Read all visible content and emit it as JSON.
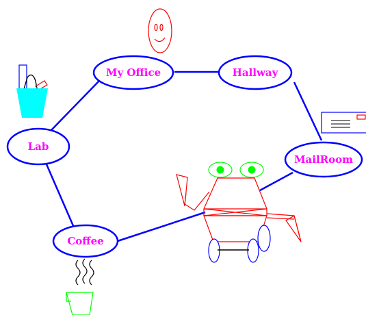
{
  "diagram": {
    "nodes": [
      {
        "id": "my-office",
        "label": "My Office"
      },
      {
        "id": "hallway",
        "label": "Hallway"
      },
      {
        "id": "lab",
        "label": "Lab"
      },
      {
        "id": "mailroom",
        "label": "MailRoom"
      },
      {
        "id": "coffee",
        "label": "Coffee"
      }
    ],
    "edges": [
      {
        "from": "my-office",
        "to": "hallway"
      },
      {
        "from": "hallway",
        "to": "mailroom"
      },
      {
        "from": "my-office",
        "to": "lab"
      },
      {
        "from": "lab",
        "to": "coffee"
      },
      {
        "from": "coffee",
        "to": "robot"
      },
      {
        "from": "robot",
        "to": "mailroom"
      }
    ],
    "icons": [
      "smiley-face-icon",
      "trash-bin-icon",
      "envelope-icon",
      "robot-crab-icon",
      "steaming-coffee-cup-icon"
    ]
  },
  "colors": {
    "edge": "#0000ff",
    "node_outline": "#0000ff",
    "label": "#ff00ff",
    "smiley": "#ff0000",
    "bin": "#00ffff",
    "robot_body": "#ff0000",
    "robot_eyes": "#00ff00",
    "robot_wheels": "#0000ff",
    "coffee_cup": "#00ff00"
  }
}
